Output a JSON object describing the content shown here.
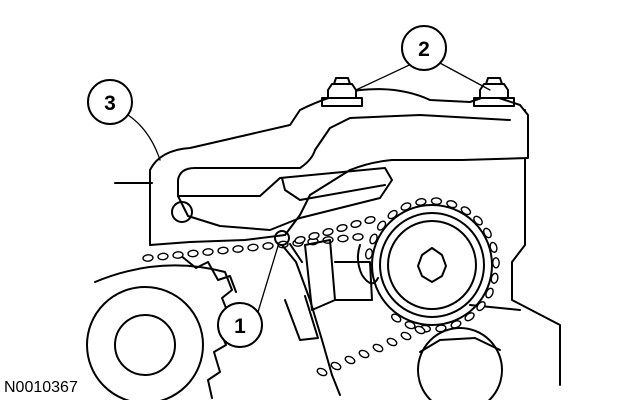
{
  "diagram": {
    "callouts": [
      {
        "id": "1",
        "label": "1"
      },
      {
        "id": "2",
        "label": "2"
      },
      {
        "id": "3",
        "label": "3"
      }
    ],
    "reference_code": "N0010367"
  }
}
